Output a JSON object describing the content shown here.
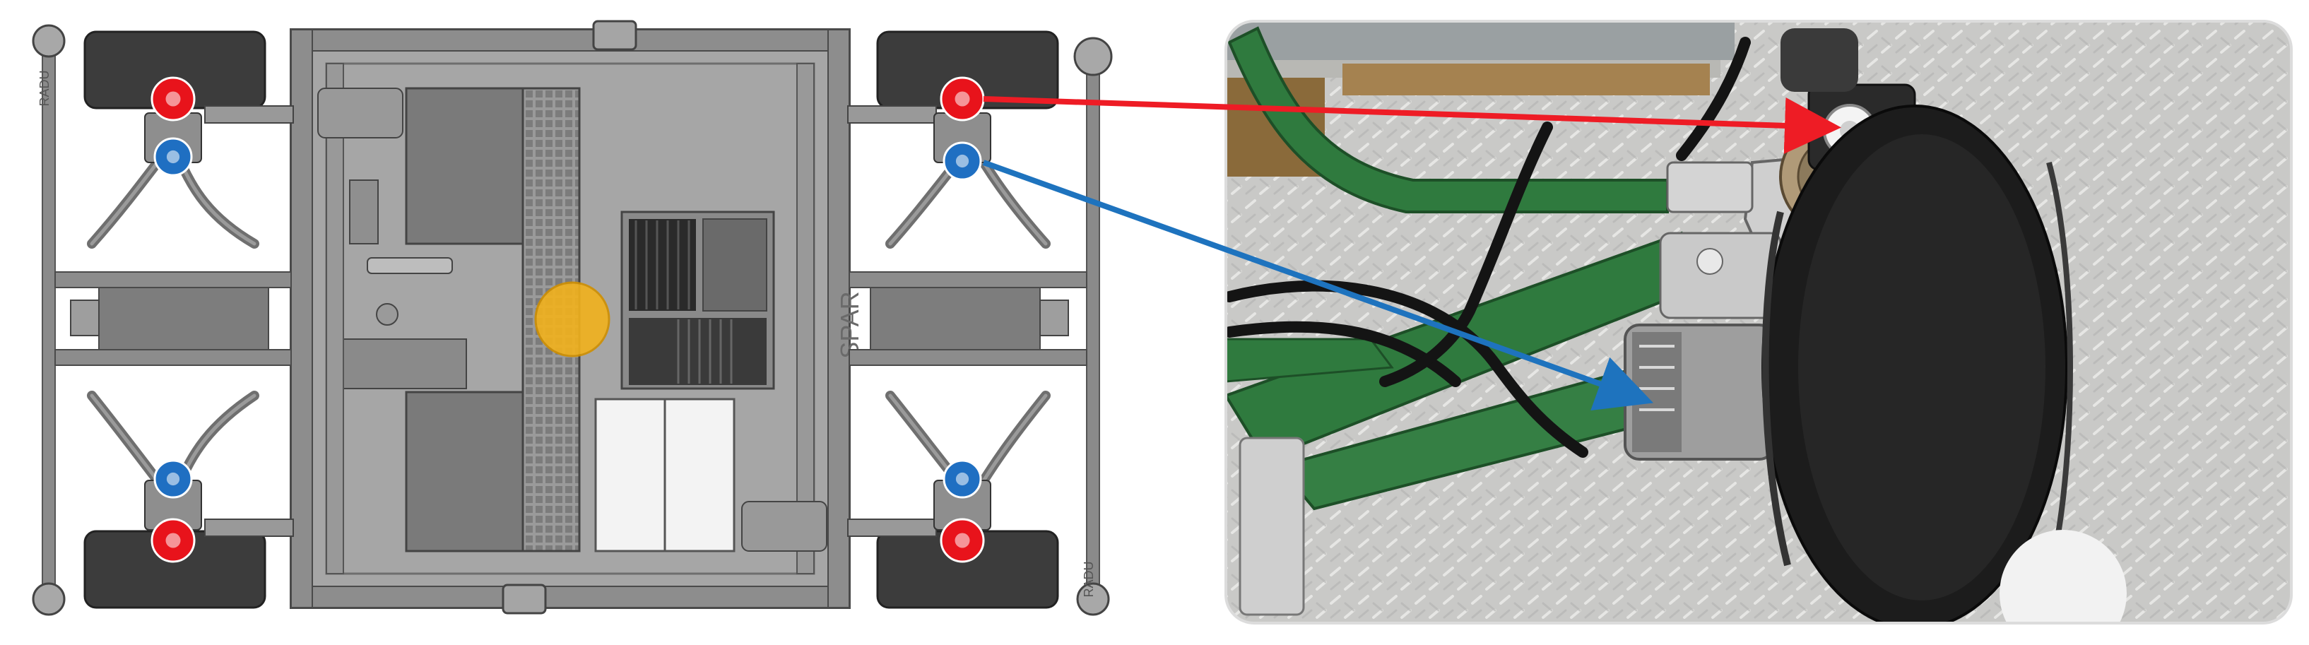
{
  "labels": {
    "axle_badge": "RADU",
    "chassis_tag": "SPAR"
  },
  "colors": {
    "steer_marker": "#e8131b",
    "drive_marker": "#1f6fc2",
    "center_marker": "#f2b21c",
    "steer_arrow": "#ee1c25",
    "drive_arrow": "#1e73be",
    "frame": "#8e8e8e",
    "wheel": "#3b3b3b",
    "photo_floor": "#c6c6c4",
    "bracket_green": "#2f7a3e",
    "tire": "#1c1c1c"
  },
  "markers": {
    "steer": [
      {
        "corner": "front-left"
      },
      {
        "corner": "front-right"
      },
      {
        "corner": "rear-left"
      },
      {
        "corner": "rear-right"
      }
    ],
    "drive": [
      {
        "corner": "front-left"
      },
      {
        "corner": "front-right"
      },
      {
        "corner": "rear-left"
      },
      {
        "corner": "rear-right"
      }
    ],
    "center": {
      "name": "center-of-rotation"
    }
  }
}
